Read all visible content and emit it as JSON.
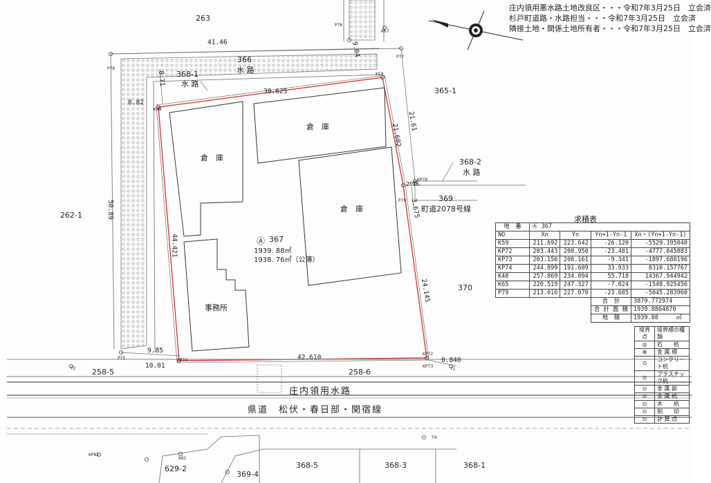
{
  "notes": [
    "庄内領用悪水路土地改良区・・・令和7年3月25日　立会済",
    "杉戸町道路・水路担当・・・令和7年3月25日　立会済",
    "隣接土地・関係土地所有者・・・令和7年3月25日　立会済"
  ],
  "parcels": {
    "main_id": "367",
    "main_mark": "Ⓐ",
    "area_measured": "1939. 88㎡",
    "area_registry": "1938. 76㎡（公簿）",
    "p263": "263",
    "p262_1": "262-1",
    "p365_1": "365-1",
    "p370": "370",
    "p258_5": "258-5",
    "p258_6": "258-6",
    "p629_2": "629-2",
    "p369_4": "369-4",
    "p368_5": "368-5",
    "p368_3": "368-3",
    "p368_1_bottom": "368-1",
    "p366": "366",
    "p366_type": "水 路",
    "p368_1": "368-1",
    "p368_1_type": "水 路",
    "p368_2": "368-2",
    "p368_2_type": "水 路",
    "p369": "369",
    "p369_type": "町道2078号線"
  },
  "buildings": {
    "warehouse_nw": "倉　庫",
    "warehouse_n": "倉　庫",
    "warehouse_e": "倉　庫",
    "office": "事務所"
  },
  "roads": {
    "canal": "庄内領用水路",
    "prefectural": "県道　松伏・春日部・関宿線"
  },
  "dimensions": {
    "d41_46": "41.46",
    "d9_04": "9.04",
    "d8_71": "8.71",
    "d8_82": "8.82",
    "d39_625": "39.625",
    "d21_61": "21.61",
    "d21_602": "21.602",
    "d2_16": "2.16",
    "d3_675": "3.675",
    "d50_89": "50.89",
    "d44_421": "44.421",
    "d24_145": "24.145",
    "d9_85": "9.85",
    "d10_01": "10.01",
    "d42_610": "42.610",
    "d0_840": "0.840"
  },
  "points": {
    "K48": "K48",
    "K59": "K59",
    "KP72": "KP72",
    "KP73": "KP73",
    "KP74": "KP74",
    "K65": "K65",
    "P79": "P79",
    "P75": "P75",
    "P76": "P76",
    "P77": "P77",
    "KP78": "KP78",
    "K67": "K67",
    "T2": "T2",
    "T1": "T1",
    "T4": "T4",
    "KP82": "KP82",
    "K61": "K61"
  },
  "area_table": {
    "title": "求積表",
    "header_label": "地　番",
    "header_value": "Ⓐ 367",
    "columns": [
      "NO",
      "Xn",
      "Yn",
      "Yn+1-Yn-1",
      "Xn・(Yn+1-Yn-1)"
    ],
    "rows": [
      [
        "K59",
        "211.692",
        "223.642",
        "-26.120",
        "-5529.395040"
      ],
      [
        "KP72",
        "203.443",
        "200.950",
        "-23.481",
        "-4777.045083"
      ],
      [
        "KP73",
        "203.156",
        "200.161",
        "-9.341",
        "-1897.680196"
      ],
      [
        "KP74",
        "244.899",
        "191.609",
        "33.933",
        "8310.157767"
      ],
      [
        "K48",
        "257.869",
        "234.094",
        "55.718",
        "14367.944942"
      ],
      [
        "K65",
        "220.519",
        "247.327",
        "-7.024",
        "-1548.925456"
      ],
      [
        "P79",
        "213.016",
        "227.070",
        "-23.685",
        "-5045.283960"
      ]
    ],
    "total_label": "合　計",
    "total_value": "3879.772974",
    "area_label": "合 計 面 積",
    "area_value": "1939.8864870",
    "lot_label": "地　積",
    "lot_value": "1939.88",
    "lot_unit": "㎡"
  },
  "legend": {
    "header": [
      "境界点",
      "境界標の種類"
    ],
    "rows": [
      [
        "◎",
        "石　　杭"
      ],
      [
        "⊕",
        "金 属 標"
      ],
      [
        "⊙",
        "コンクリート杭"
      ],
      [
        "⊙",
        "プラスチック杭"
      ],
      [
        "⊙",
        "金 属 鋲"
      ],
      [
        "⊙",
        "金 属 杭"
      ],
      [
        "⊙",
        "木　　杭"
      ],
      [
        "⊙",
        "刻　　印"
      ],
      [
        "⊙",
        "計 算 点"
      ]
    ]
  },
  "compass_icon": "north-arrow-compass-icon",
  "colors": {
    "boundary_red": "#d93a3a",
    "line": "#555555",
    "paper": "#fdfdfd"
  }
}
